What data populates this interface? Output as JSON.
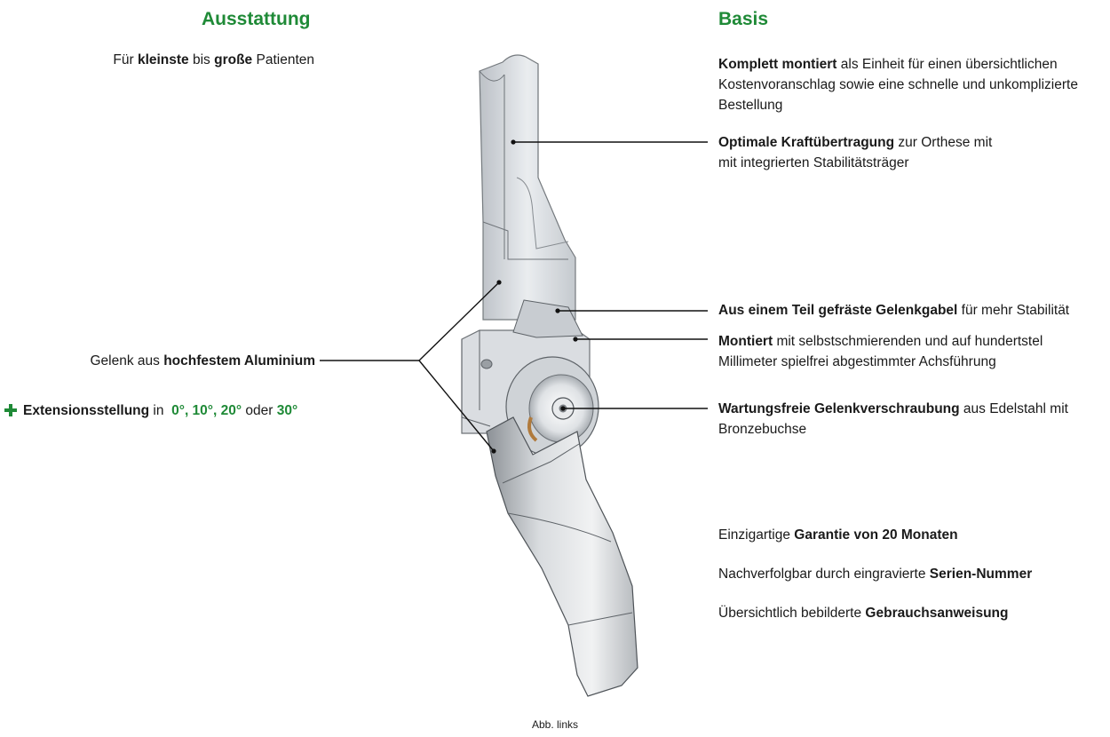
{
  "colors": {
    "accent": "#1f8a37",
    "text": "#1a1a1a",
    "leader": "#111111"
  },
  "left": {
    "heading": "Ausstattung",
    "patients": {
      "pre": "Für ",
      "b1": "kleinste",
      "mid": " bis ",
      "b2": "große",
      "post": " Patienten"
    },
    "material": {
      "pre": "Gelenk aus ",
      "bold": "hochfestem Aluminium"
    },
    "extension": {
      "icon": "plus-icon",
      "bold": "Extensionsstellung",
      "mid": " in ",
      "values": "0°, 10°, 20°",
      "or": " oder ",
      "last": "30°"
    }
  },
  "right": {
    "heading": "Basis",
    "items": [
      {
        "bold": "Komplett montiert",
        "line1": " als Einheit für einen übersichtlichen",
        "line2": "Kostenvoranschlag sowie eine schnelle und unkomplizierte",
        "line3": "Bestellung"
      },
      {
        "bold": "Optimale Kraftübertragung",
        "line1": " zur Orthese mit",
        "line2": "mit integrierten Stabilitätsträger"
      },
      {
        "bold": "Aus einem Teil gefräste Gelenkgabel",
        "line1": " für mehr Stabilität"
      },
      {
        "bold": "Montiert",
        "line1": " mit selbstschmierenden und auf hundertstel",
        "line2": "Millimeter spielfrei abgestimmter Achsführung"
      },
      {
        "bold": "Wartungsfreie Gelenkverschraubung",
        "line1": " aus Edelstahl mit",
        "line2": "Bronzebuchse"
      }
    ],
    "extras": [
      {
        "pre": "Einzigartige ",
        "bold": "Garantie von 20 Monaten"
      },
      {
        "pre": "Nachverfolgbar durch eingravierte ",
        "bold": "Serien-Nummer"
      },
      {
        "pre": "Übersichtlich bebilderte ",
        "bold": "Gebrauchsanweisung"
      }
    ]
  },
  "caption": "Abb. links"
}
